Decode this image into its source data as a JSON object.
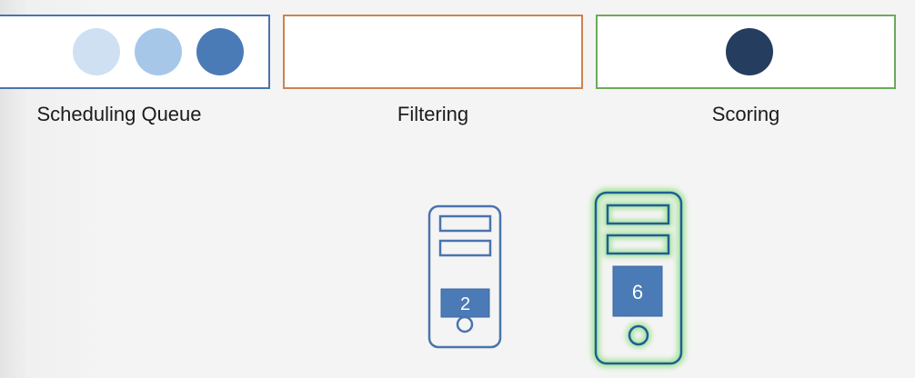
{
  "stages": {
    "queue": {
      "label": "Scheduling Queue",
      "border_color": "#4a74ad",
      "pods": [
        {
          "color": "#cfe0f3"
        },
        {
          "color": "#a7c7e9"
        },
        {
          "color": "#4a7bb7"
        }
      ]
    },
    "filtering": {
      "label": "Filtering",
      "border_color": "#cd8350",
      "pods": []
    },
    "scoring": {
      "label": "Scoring",
      "border_color": "#6caa5c",
      "pods": [
        {
          "color": "#253d5e"
        }
      ]
    }
  },
  "nodes": [
    {
      "score": "2",
      "highlighted": false,
      "outline_color": "#4a74ad"
    },
    {
      "score": "6",
      "highlighted": true,
      "outline_color": "#1f5e97",
      "glow_color": "#a6e39c"
    }
  ]
}
